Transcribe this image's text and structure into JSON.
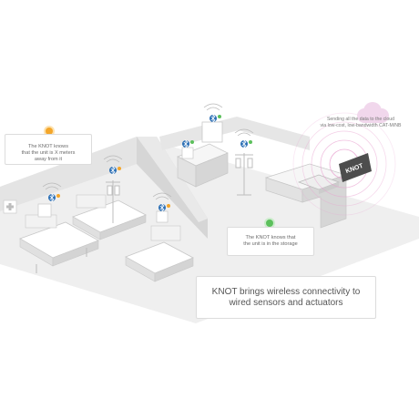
{
  "callouts": {
    "left": "The KNOT knows\nthat the unit is X meters\naway from it",
    "middle": "The KNOT knows that\nthe unit is in the storage"
  },
  "headline": "KNOT brings wireless connectivity to\nwired sensors and actuators",
  "cloud_text": "Sending all the data to the cloud\nvia low-cost, low-bandwidth CAT-M/NB",
  "gateway_label": "KNOT",
  "icons": {
    "wireless": "bluetooth-icon",
    "cloud": "cloud-icon",
    "status_far": "status-orange",
    "status_storage": "status-green"
  },
  "colors": {
    "bluetooth": "#2b6fb5",
    "status_far": "#f4a62a",
    "status_storage": "#5cc05c",
    "signal": "#e8a0cf",
    "cloud": "#f1d7ec",
    "floor": "#efefef",
    "wall": "#d6d6d6"
  }
}
